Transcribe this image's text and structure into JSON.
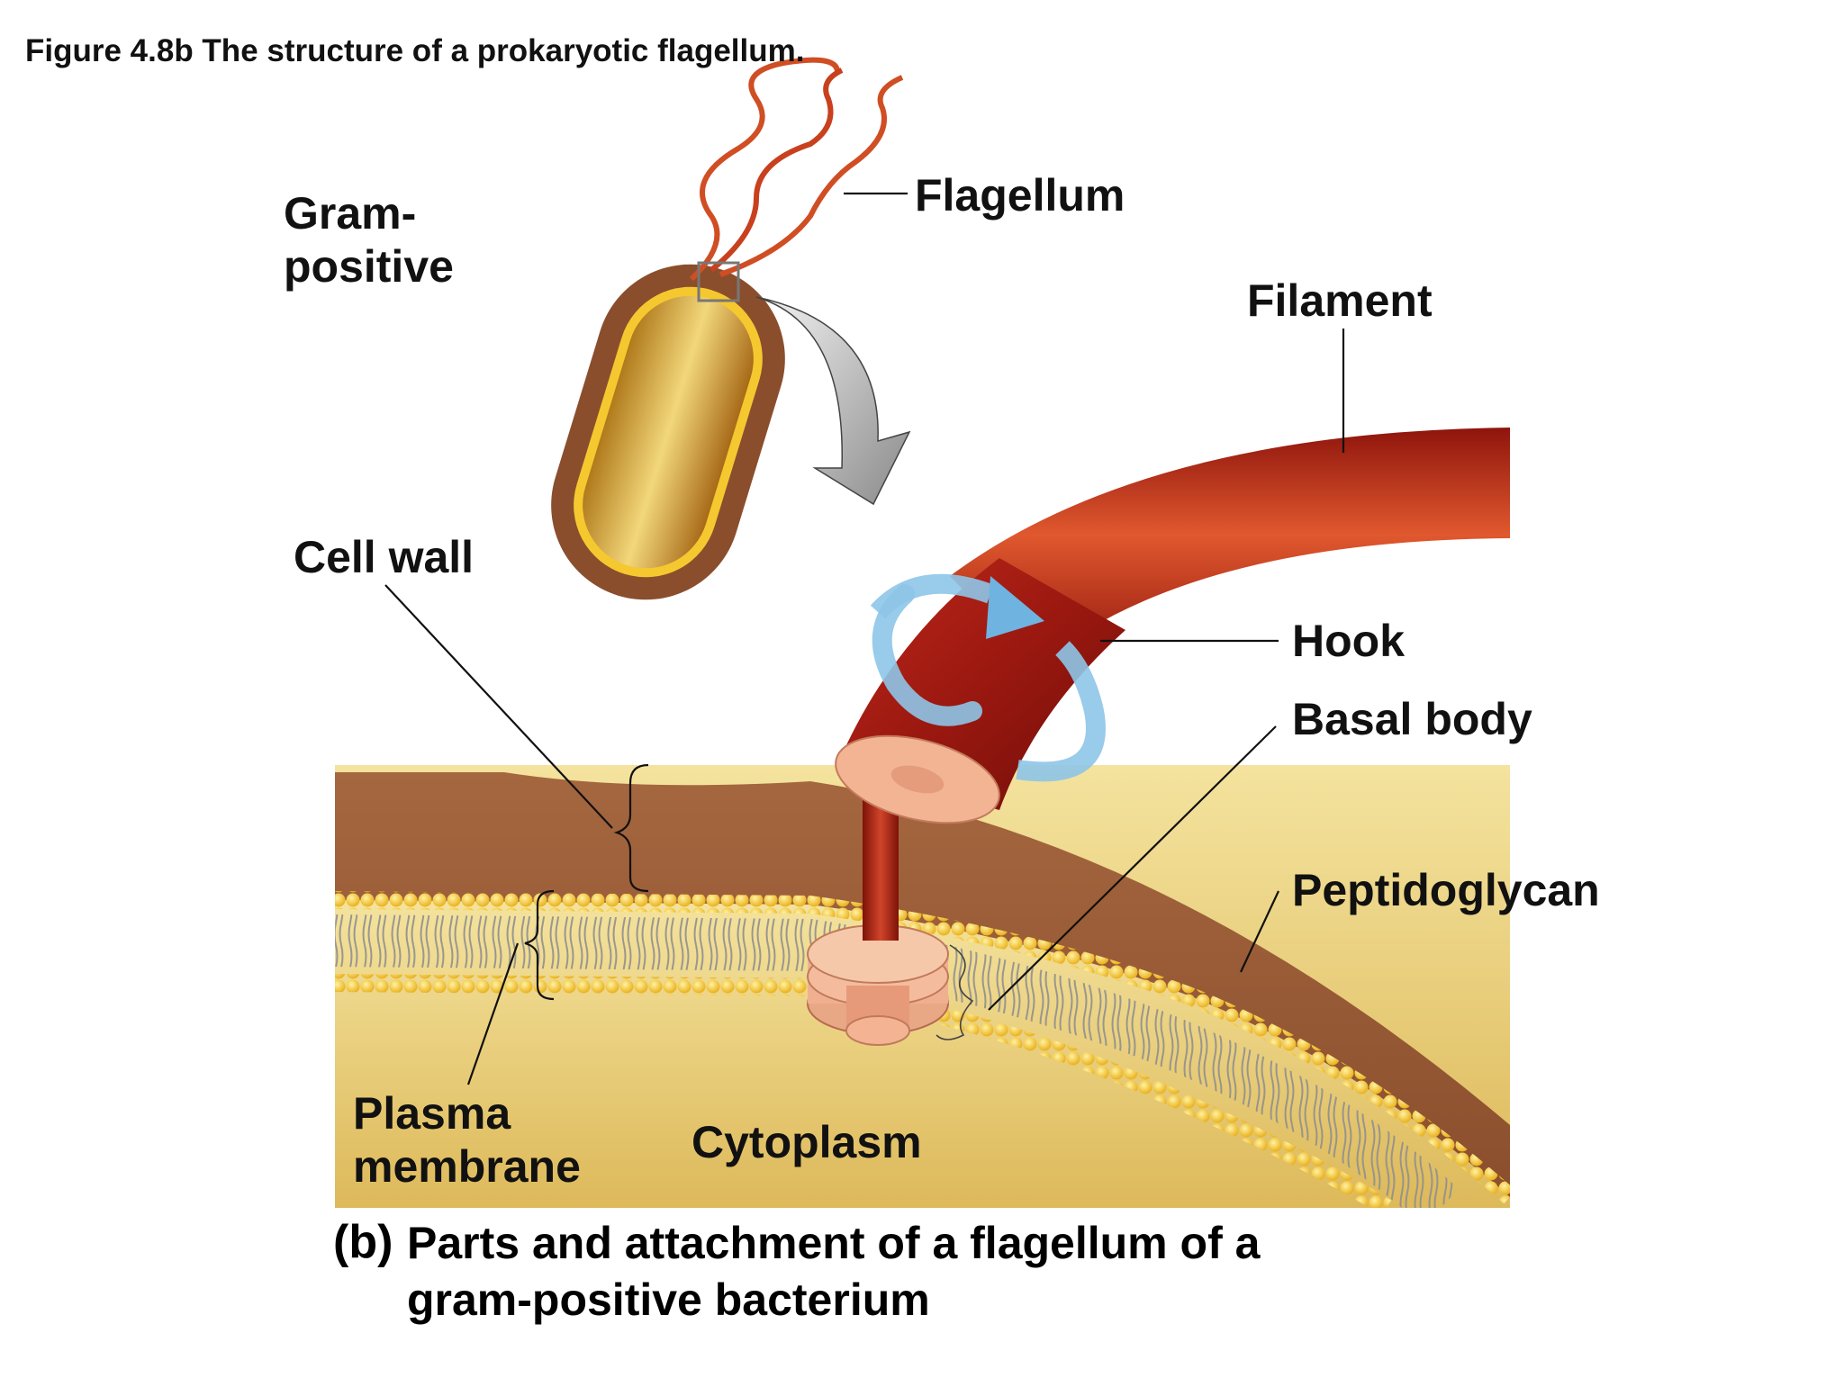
{
  "figure_title": "Figure 4.8b The structure of a prokaryotic flagellum.",
  "labels": {
    "gram_line1": "Gram-",
    "gram_line2": "positive",
    "flagellum": "Flagellum",
    "filament": "Filament",
    "cell_wall": "Cell wall",
    "hook": "Hook",
    "basal_body": "Basal body",
    "peptidoglycan": "Peptidoglycan",
    "plasma_line1": "Plasma",
    "plasma_line2": "membrane",
    "cytoplasm": "Cytoplasm"
  },
  "caption": {
    "letter": "(b)",
    "line1": "Parts and attachment of a flagellum of a",
    "line2": "gram-positive bacterium"
  },
  "colors": {
    "cell_wall": "#9a5a36",
    "membrane_heads": "#f2c21a",
    "cytoplasm": "#e9cf7a",
    "flagellum": "#b02218",
    "basal_body": "#f0a888",
    "rotation_arrow": "#8ec5e8"
  }
}
